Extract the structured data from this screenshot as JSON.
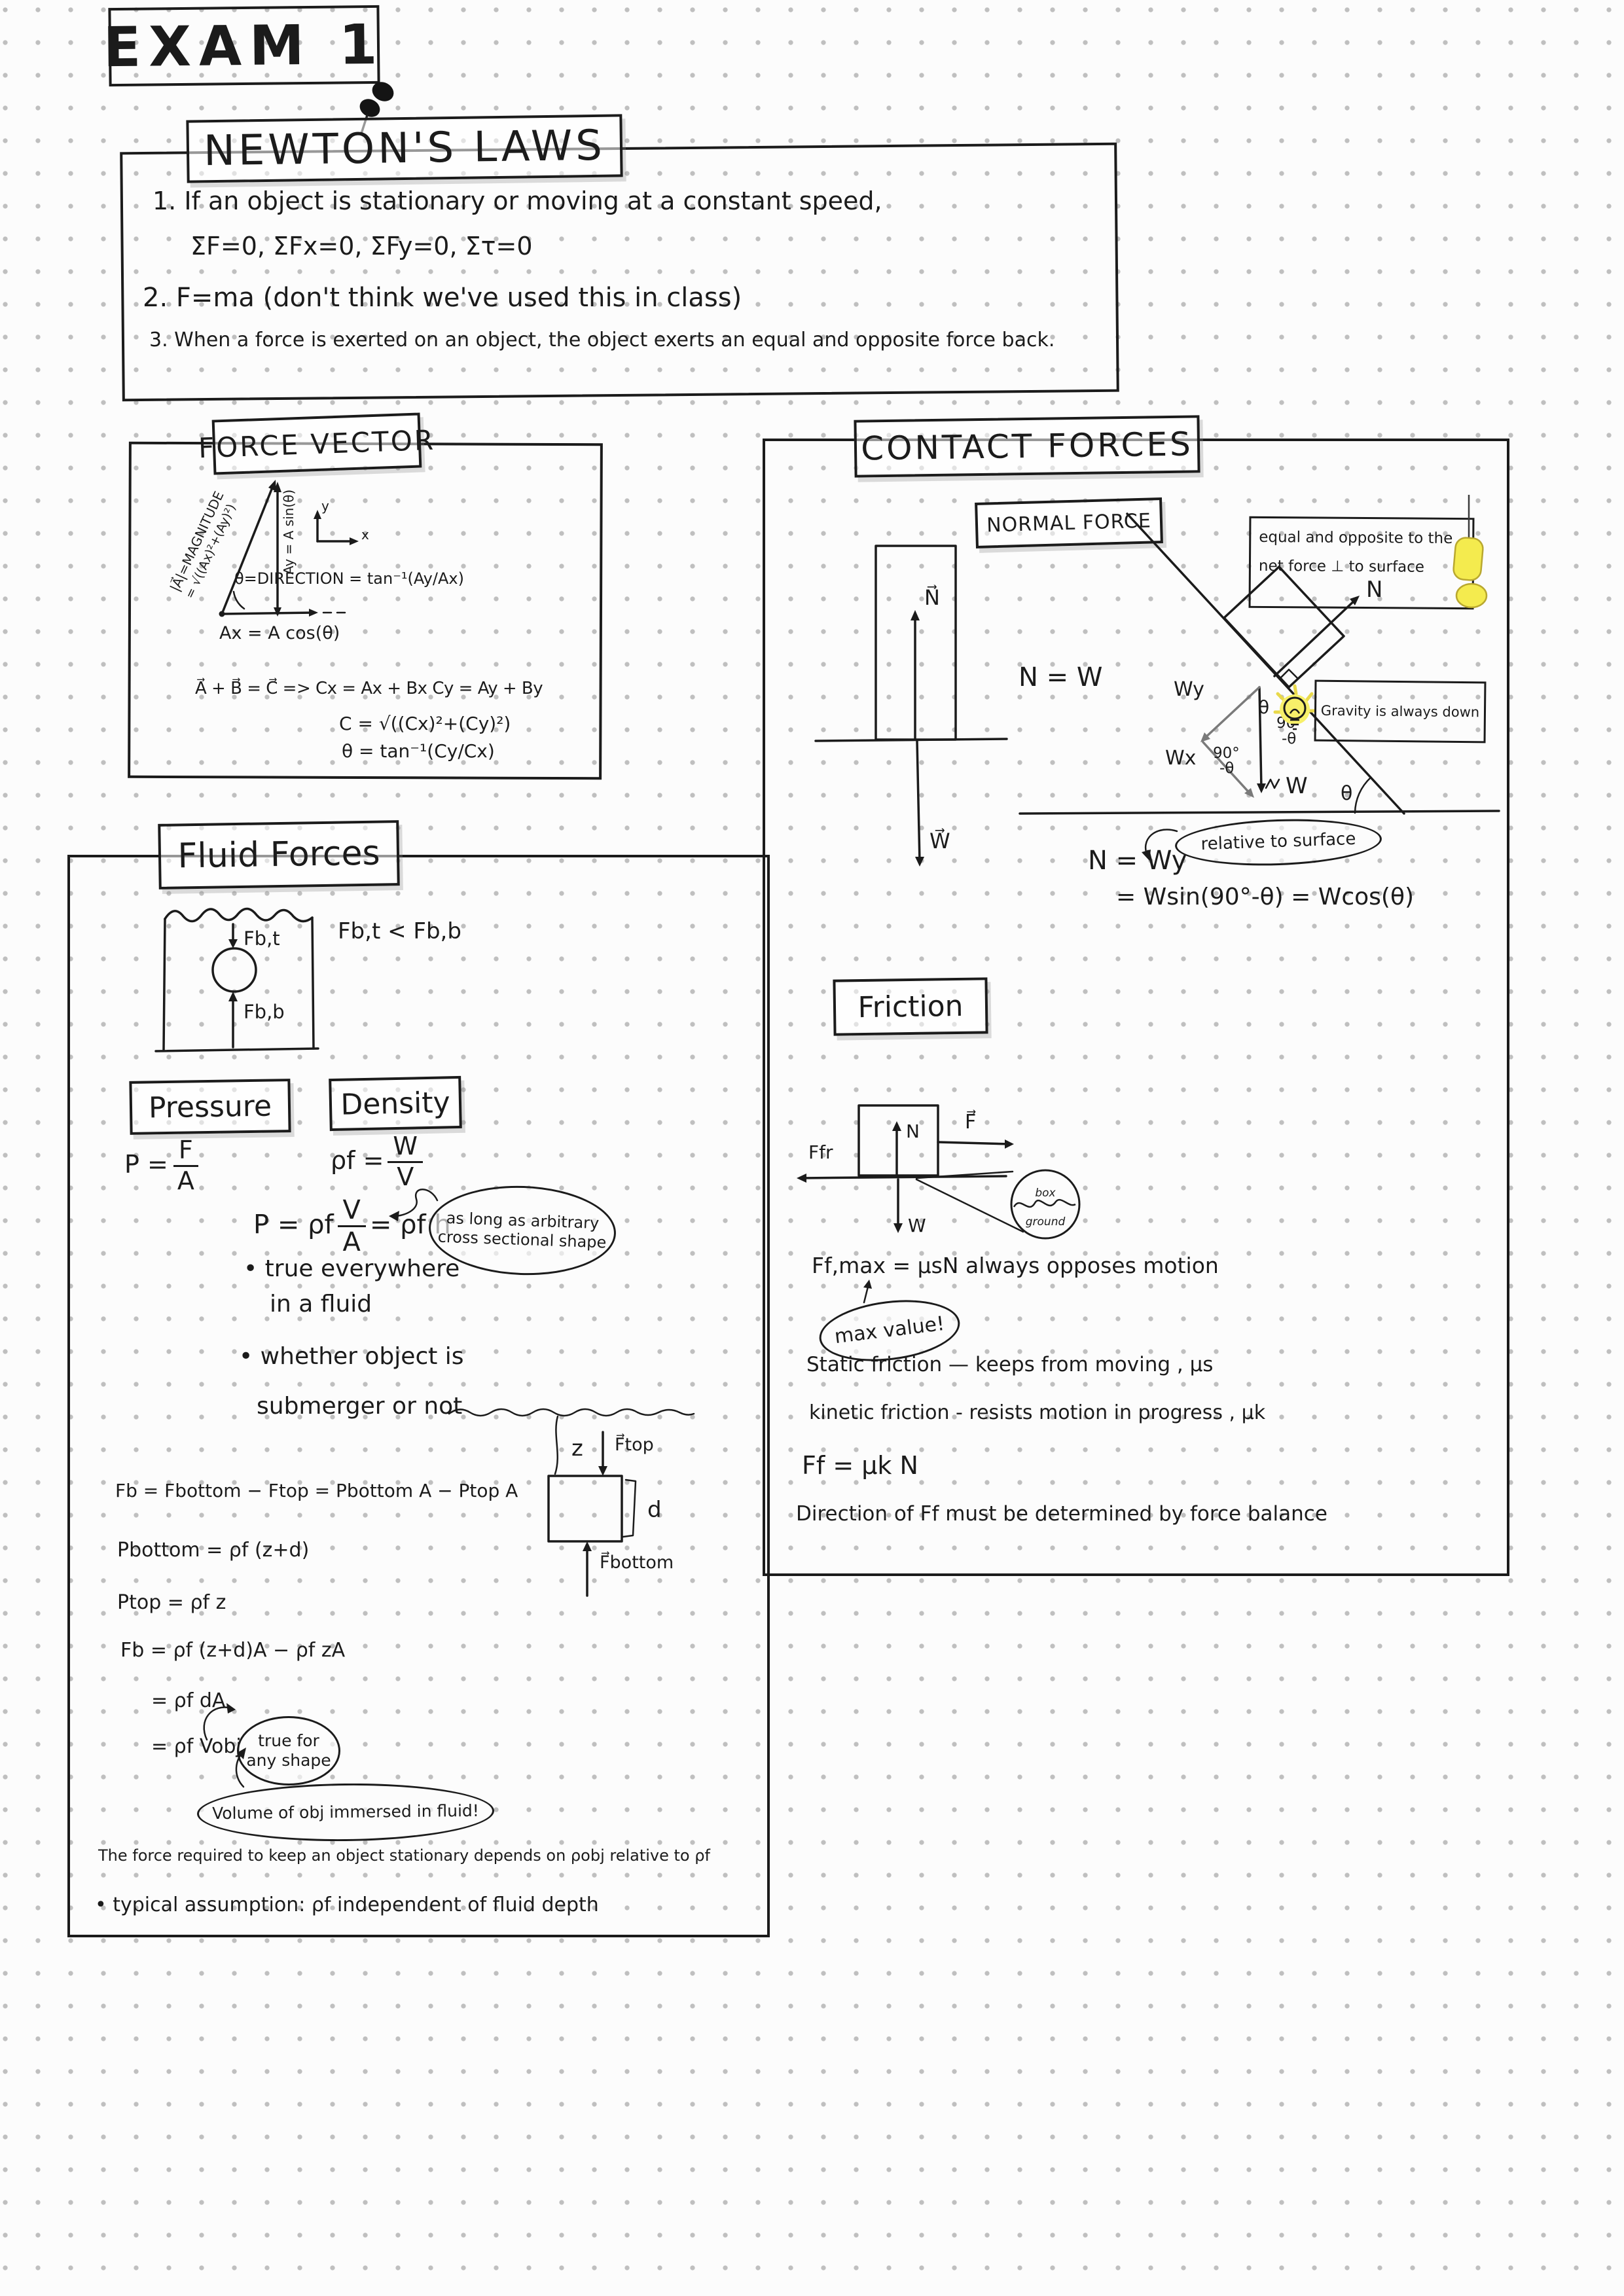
{
  "page": {
    "title": "EXAM 1"
  },
  "newtons": {
    "title": "NEWTON'S LAWS",
    "law1a": "1.  If an object is stationary or moving at a constant speed,",
    "law1b": "ΣF=0, ΣFx=0, ΣFy=0, Στ=0",
    "law2": "2. F=ma  (don't think we've used this in class)",
    "law3": "3. When a force is exerted on an object, the object exerts an equal and opposite force back."
  },
  "force_vector": {
    "title": "FORCE VECTOR",
    "mag1": "|A⃗|=MAGNITUDE",
    "mag2": "= √((Ax)²+(Ay)²)",
    "ay": "Ay = A sin(θ)",
    "axis_y": "y",
    "axis_x": "x",
    "direction": "θ=DIRECTION = tan⁻¹(Ay/Ax)",
    "ax": "Ax = A cos(θ)",
    "sum": "A⃗ + B⃗ = C⃗  =>  Cx = Ax + Bx    Cy = Ay + By",
    "c_mag": "C = √((Cx)²+(Cy)²)",
    "c_dir": "θ = tan⁻¹(Cy/Cx)"
  },
  "contact": {
    "title": "CONTACT FORCES",
    "normal_label": "NORMAL FORCE",
    "flat_n": "N⃗",
    "flat_w": "W⃗",
    "flat_eq": "N = W",
    "incline": {
      "n": "N",
      "w": "W",
      "wy": "Wy",
      "wx": "Wx",
      "theta": "θ",
      "deg90": "90°",
      "minus_theta": "-θ",
      "base_theta": "θ"
    },
    "note1": "equal and opposite to the",
    "note2": "net force ⊥ to surface",
    "gravity": "Gravity is always down",
    "relative": "relative to surface",
    "n_eq": "N = Wy",
    "n_eq2": "= Wsin(90°-θ) = Wcos(θ)"
  },
  "friction": {
    "title": "Friction",
    "n": "N",
    "w": "W",
    "f": "F⃗",
    "ffr": "Ffr",
    "box": "box",
    "ground": "ground",
    "ffmax": "Ff,max = μsN   always opposes motion",
    "max_note": "max value!",
    "static_line": "Static friction — keeps from moving , μs",
    "kinetic_line": "kinetic friction - resists motion in progress , μk",
    "ff_eq": "Ff = μk N",
    "direction_line": "Direction of Ff must be determined by force balance"
  },
  "fluid": {
    "title": "Fluid Forces",
    "fbt": "Fb,t",
    "fbb": "Fb,b",
    "compare": "Fb,t  < Fb,b",
    "pressure_title": "Pressure",
    "density_title": "Density",
    "p_lhs": "P =",
    "p_num": "F",
    "p_den": "A",
    "d_lhs": "ρf =",
    "d_num": "W",
    "d_den": "V",
    "ph_a": "P = ρf",
    "ph_num": "V",
    "ph_den": "A",
    "ph_b": "= ρf h",
    "shape1": "as long as arbitrary",
    "shape2": "cross sectional shape",
    "b1a": "• true everywhere",
    "b1b": "in a fluid",
    "b2a": "• whether object is",
    "b2b": "submerger or not",
    "z": "z",
    "ftop": "F⃗top",
    "d": "d",
    "fbottom": "F⃗bottom",
    "fb1": "Fb = Fbottom − Ftop = Pbottom A − Ptop A",
    "pbottom": "Pbottom = ρf (z+d)",
    "ptop": "Ptop = ρf z",
    "fb2": "Fb = ρf (z+d)A − ρf zA",
    "fb3": "= ρf dA",
    "fb4": "= ρf Vobj",
    "anyshape1": "true for",
    "anyshape2": "any shape",
    "volume_note": "Volume of obj immersed in fluid!",
    "force_line": "The force required to keep an object stationary depends on ρobj relative to ρf",
    "assumption": "• typical assumption: ρf independent of fluid depth"
  }
}
